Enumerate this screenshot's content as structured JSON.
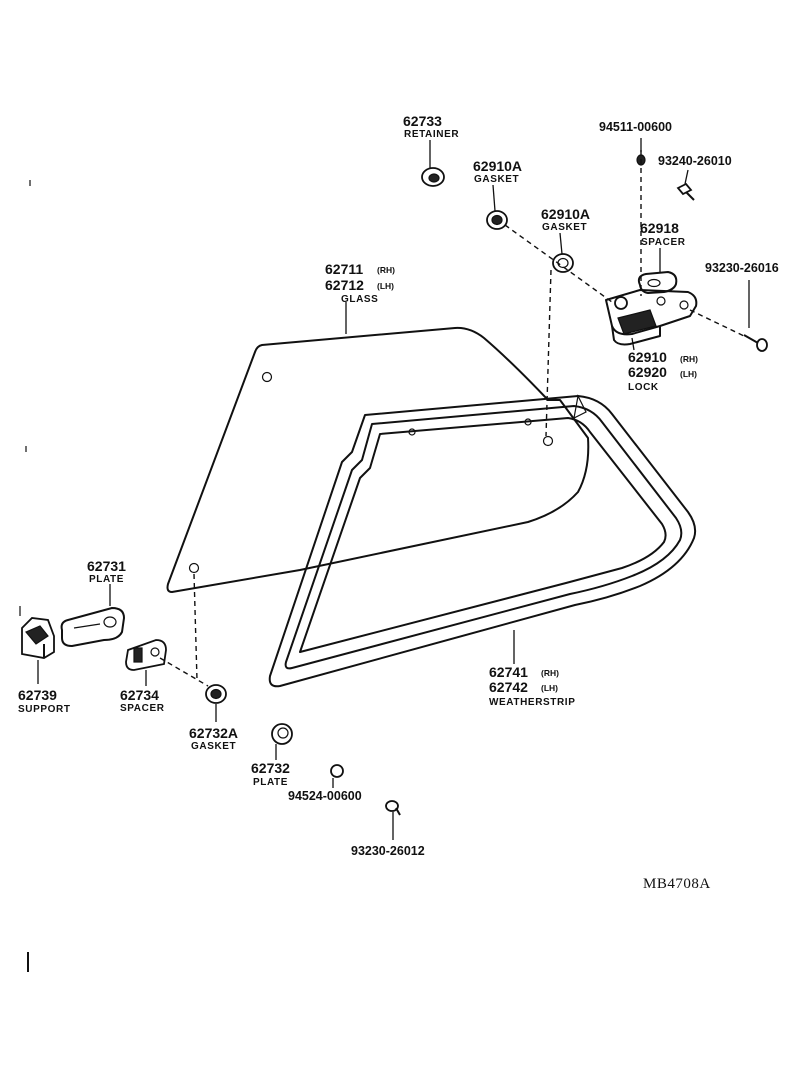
{
  "diagram_code": "MB4708A",
  "parts": {
    "retainer": {
      "number": "62733",
      "name": "RETAINER"
    },
    "gasket_top1": {
      "number": "62910A",
      "name": "GASKET"
    },
    "gasket_top2": {
      "number": "62910A",
      "name": "GASKET"
    },
    "nut_top": {
      "number": "94511-00600"
    },
    "screw_top": {
      "number": "93240-26010"
    },
    "spacer_lock": {
      "number": "62918",
      "name": "SPACER"
    },
    "screw_lock": {
      "number": "93230-26016"
    },
    "lock": {
      "number_rh": "62910",
      "side_rh": "(RH)",
      "number_lh": "62920",
      "side_lh": "(LH)",
      "name": "LOCK"
    },
    "glass": {
      "number_rh": "62711",
      "side_rh": "(RH)",
      "number_lh": "62712",
      "side_lh": "(LH)",
      "name": "GLASS"
    },
    "plate_upper": {
      "number": "62731",
      "name": "PLATE"
    },
    "support": {
      "number": "62739",
      "name": "SUPPORT"
    },
    "spacer_lower": {
      "number": "62734",
      "name": "SPACER"
    },
    "gasket_lower": {
      "number": "62732A",
      "name": "GASKET"
    },
    "plate_lower": {
      "number": "62732",
      "name": "PLATE"
    },
    "nut_lower": {
      "number": "94524-00600"
    },
    "screw_lower": {
      "number": "93230-26012"
    },
    "weatherstrip": {
      "number_rh": "62741",
      "side_rh": "(RH)",
      "number_lh": "62742",
      "side_lh": "(LH)",
      "name": "WEATHERSTRIP"
    }
  }
}
